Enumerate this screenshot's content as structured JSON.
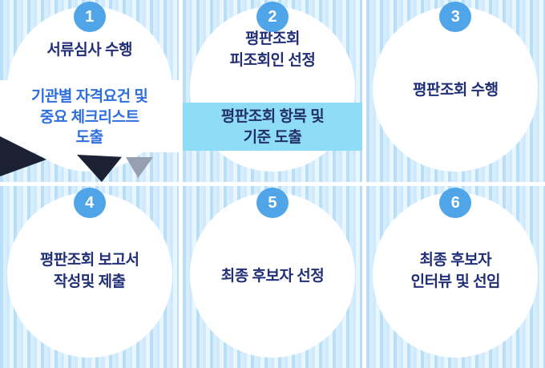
{
  "diagram": {
    "title": "reputation-check-process-steps",
    "steps": [
      {
        "number": "1",
        "title": "서류심사 수행",
        "detail": "기관별 자격요건 및\n중요 체크리스트\n도출"
      },
      {
        "number": "2",
        "title": "평판조회\n피조회인 선정",
        "detail": "평판조회 항목 및\n기준 도출"
      },
      {
        "number": "3",
        "title": "평판조회  수행"
      },
      {
        "number": "4",
        "title": "평판조회  보고서\n작성및 제출"
      },
      {
        "number": "5",
        "title": "최종 후보자 선정"
      },
      {
        "number": "6",
        "title": "최종 후보자\n인터뷰 및 선임"
      }
    ],
    "colors": {
      "badge_blue": "#4fa5e8",
      "title_navy": "#212f77",
      "detail_blue": "#2e6ede",
      "detail_band_cyan": "#8edcf6",
      "detail_navy": "#233067",
      "triangle_dark": "#1b2133",
      "triangle_gray": "#97a0b0",
      "stripe_a": "#b9dff8",
      "stripe_b": "#d8eefc"
    }
  }
}
